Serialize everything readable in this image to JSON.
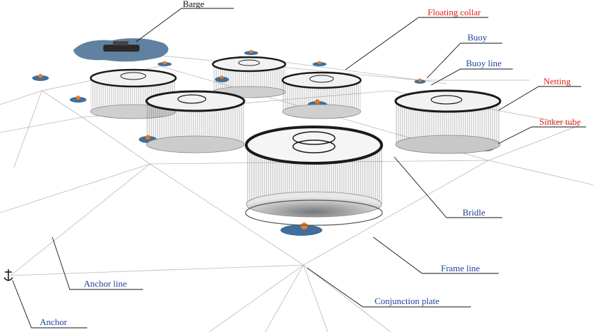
{
  "labels": {
    "barge": "Barge",
    "floating_collar": "Floating collar",
    "buoy": "Buoy",
    "buoy_line": "Buoy line",
    "netting": "Netting",
    "sinker_tube": "Sinker tube",
    "bridle": "Bridle",
    "frame_line": "Frame line",
    "anchor_line": "Anchor line",
    "conjunction_plate": "Conjunction plate",
    "anchor": "Anchor"
  },
  "colors": {
    "label_red": "#e0201a",
    "label_blue": "#1f3f9e",
    "label_black": "#111111",
    "buoy": "#f07a20",
    "water_patch": "#3f6f9a",
    "collar": "#1a1a1a"
  }
}
